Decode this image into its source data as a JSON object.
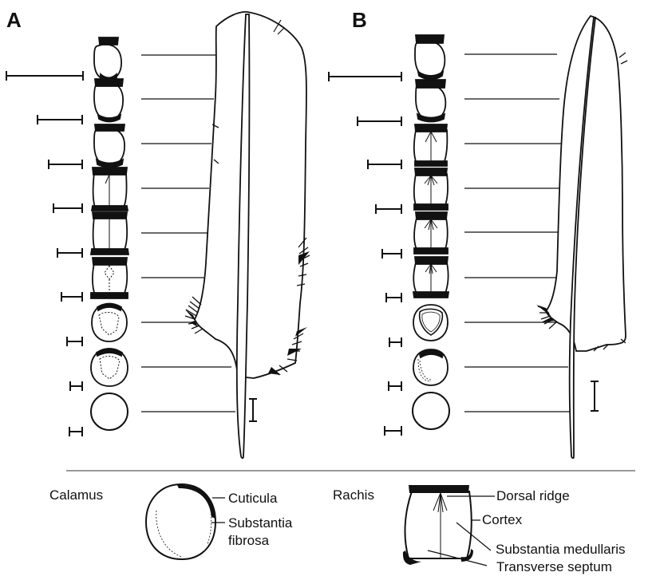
{
  "panels": [
    {
      "letter": "A"
    },
    {
      "letter": "B"
    }
  ],
  "legend": {
    "calamus": {
      "title": "Calamus",
      "labels": [
        "Cuticula",
        "Substantia",
        "fibrosa"
      ]
    },
    "rachis": {
      "title": "Rachis",
      "labels": [
        "Dorsal ridge",
        "Cortex",
        "Substantia medullaris",
        "Transverse septum"
      ]
    }
  },
  "colors": {
    "ink": "#111111",
    "divider": "#999999",
    "background": "#ffffff"
  }
}
